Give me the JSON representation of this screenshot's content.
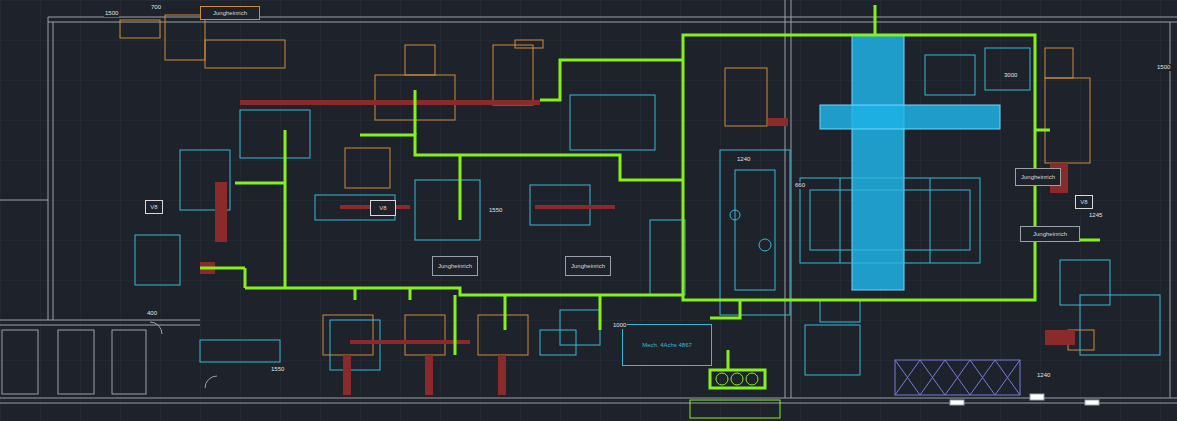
{
  "diagram": {
    "nodes": [
      {
        "text": [
          "Jungheinrich"
        ]
      },
      {
        "text": [
          "Jungheinrich"
        ]
      },
      {
        "text": [
          "Jungheinrich"
        ]
      },
      {
        "text": [
          "Jungheinrich"
        ]
      },
      {
        "text": [
          "Jungheinrich"
        ]
      },
      {
        "text": [
          "Mech. 4Achs 4867"
        ]
      },
      {
        "text": [
          "V8"
        ]
      },
      {
        "text": [
          "V8"
        ]
      },
      {
        "text": [
          "V8"
        ]
      }
    ],
    "labels": [
      "1500",
      "700",
      "1550",
      "1240",
      "660",
      "1550",
      "1000",
      "400",
      "1240",
      "1500",
      "3000",
      "1245"
    ]
  }
}
